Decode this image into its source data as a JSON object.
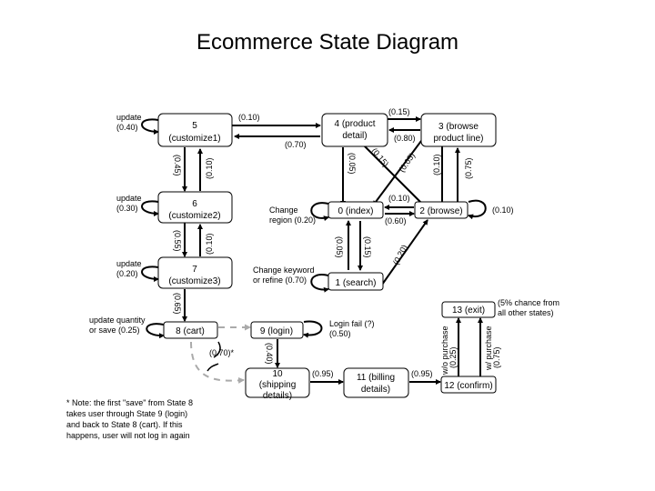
{
  "title": "Ecommerce State Diagram",
  "nodes": {
    "n0": {
      "line1": "0 (index)",
      "line2": "",
      "line3": ""
    },
    "n1": {
      "line1": "1 (search)",
      "line2": "",
      "line3": ""
    },
    "n2": {
      "line1": "2 (browse)",
      "line2": "",
      "line3": ""
    },
    "n3": {
      "line1": "3 (browse",
      "line2": "product line)",
      "line3": ""
    },
    "n4": {
      "line1": "4 (product",
      "line2": "detail)",
      "line3": ""
    },
    "n5": {
      "line1": "5",
      "line2": "(customize1)",
      "line3": ""
    },
    "n6": {
      "line1": "6",
      "line2": "(customize2)",
      "line3": ""
    },
    "n7": {
      "line1": "7",
      "line2": "(customize3)",
      "line3": ""
    },
    "n8": {
      "line1": "8 (cart)",
      "line2": "",
      "line3": ""
    },
    "n9": {
      "line1": "9 (login)",
      "line2": "",
      "line3": ""
    },
    "n10": {
      "line1": "10",
      "line2": "(shipping",
      "line3": "details)"
    },
    "n11": {
      "line1": "11 (billing",
      "line2": "details)",
      "line3": ""
    },
    "n12": {
      "line1": "12 (confirm)",
      "line2": "",
      "line3": ""
    },
    "n13": {
      "line1": "13 (exit)",
      "line2": "",
      "line3": ""
    }
  },
  "edges": {
    "e5_4": "(0.10)",
    "e4_5": "(0.70)",
    "e4_3": "(0.15)",
    "e3_4": "(0.80)",
    "e4_0": "(0.05)",
    "e4_2": "(0.15)",
    "e3_0": "(0.05)",
    "e3_2": "(0.10)",
    "e2_3": "(0.75)",
    "e2_0": "(0.10)",
    "e0_2": "(0.60)",
    "e2_self": "(0.10)",
    "e1_0": "(0.05)",
    "e0_1": "(0.15)",
    "e1_2": "(0.20)",
    "e5_6": "(0.45)",
    "e6_5": "(0.10)",
    "e6_7": "(0.55)",
    "e7_6": "(0.10)",
    "e7_8": "(0.65)",
    "e9_10": "(0.40)",
    "e10_11": "(0.95)",
    "e11_12": "(0.95)",
    "e8_9_10": "(0.70)*",
    "e12_13_nopurchase": {
      "line1": "w/o purchase",
      "line2": "(0.25)"
    },
    "e12_13_purchase": {
      "line1": "w/ purchase",
      "line2": "(0.75)"
    }
  },
  "self_loops": {
    "n5": {
      "line1": "update",
      "line2": "(0.40)"
    },
    "n6": {
      "line1": "update",
      "line2": "(0.30)"
    },
    "n7": {
      "line1": "update",
      "line2": "(0.20)"
    },
    "n8": {
      "line1": "update quantity",
      "line2": "or save (0.25)"
    },
    "n0": {
      "line1": "Change",
      "line2": "region (0.20)"
    },
    "n1": {
      "line1": "Change keyword",
      "line2": "or refine (0.70)"
    },
    "n9": {
      "line1": "Login fail (?)",
      "line2": "(0.50)"
    }
  },
  "exit_note": {
    "line1": "(5% chance from",
    "line2": "all other states)"
  },
  "footnote": [
    "* Note: the first \"save\" from State 8",
    "takes user through State 9 (login)",
    "and back to State 8 (cart). If this",
    "happens, user will not log in again"
  ]
}
